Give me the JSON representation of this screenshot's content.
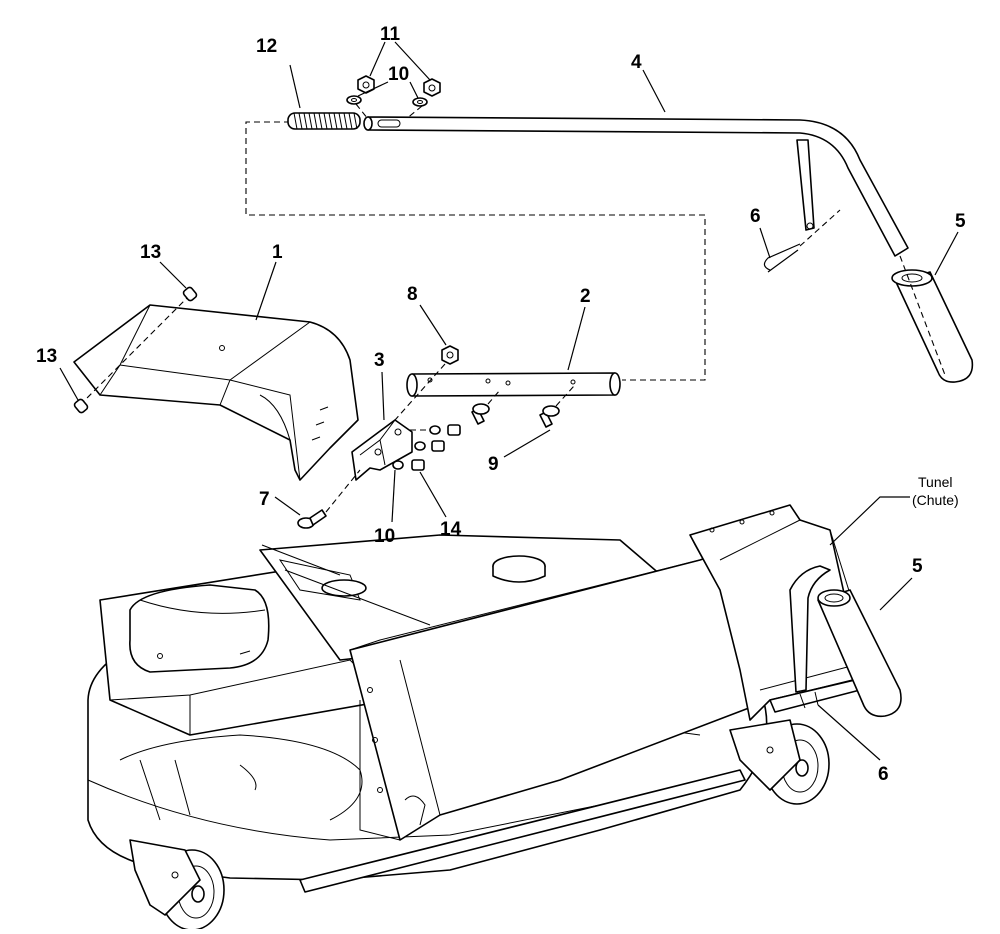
{
  "callouts": [
    {
      "id": "c12",
      "text": "12"
    },
    {
      "id": "c11",
      "text": "11"
    },
    {
      "id": "c10a",
      "text": "10"
    },
    {
      "id": "c4",
      "text": "4"
    },
    {
      "id": "c6a",
      "text": "6"
    },
    {
      "id": "c5a",
      "text": "5"
    },
    {
      "id": "c13a",
      "text": "13"
    },
    {
      "id": "c1",
      "text": "1"
    },
    {
      "id": "c8",
      "text": "8"
    },
    {
      "id": "c2",
      "text": "2"
    },
    {
      "id": "c13b",
      "text": "13"
    },
    {
      "id": "c3",
      "text": "3"
    },
    {
      "id": "c9",
      "text": "9"
    },
    {
      "id": "c7",
      "text": "7"
    },
    {
      "id": "c10b",
      "text": "10"
    },
    {
      "id": "c14",
      "text": "14"
    },
    {
      "id": "c5b",
      "text": "5"
    },
    {
      "id": "c6b",
      "text": "6"
    }
  ],
  "tunnel_label": {
    "line1": "Tunel",
    "line2": "(Chute)"
  }
}
